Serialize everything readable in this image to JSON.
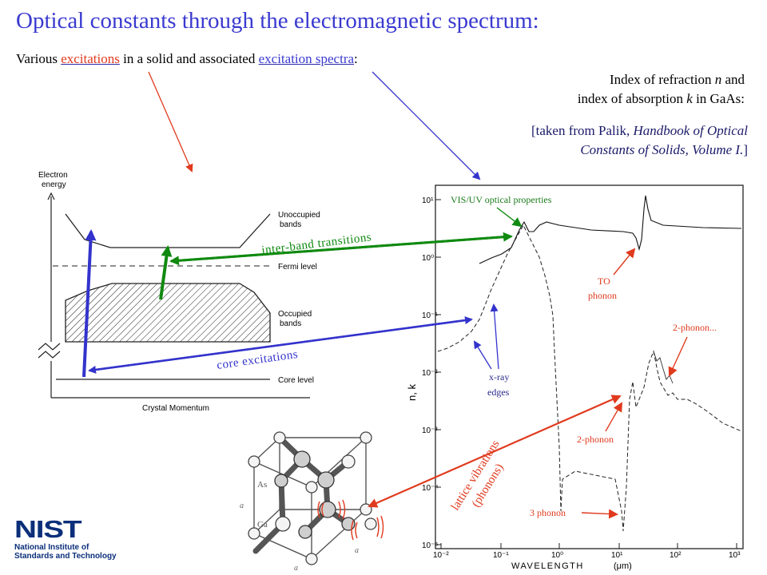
{
  "title": "Optical constants through the electromagnetic spectrum:",
  "subtitle": {
    "prefix": "Various ",
    "excitations": "excitations",
    "middle": " in a solid and associated ",
    "spectra": "excitation spectra",
    "suffix": ":"
  },
  "ref": {
    "line1_pre": "Index of refraction ",
    "line1_var": "n",
    "line1_post": " and",
    "line2_pre": "index of absorption ",
    "line2_var": "k",
    "line2_post": " in GaAs:"
  },
  "source": {
    "line1_pre": "[taken from Palik, ",
    "line1_italic": "Handbook of Optical",
    "line2_italic": "Constants of Solids, Volume I.",
    "line2_post": "]"
  },
  "band_diagram": {
    "y_axis_label_1": "Electron",
    "y_axis_label_2": "energy",
    "x_axis_label": "Crystal Momentum",
    "unoccupied_1": "Unoccupied",
    "unoccupied_2": "bands",
    "fermi_level": "Fermi level",
    "occupied_1": "Occupied",
    "occupied_2": "bands",
    "core_level": "Core level",
    "inter_band_label": "inter-band transitions",
    "core_label": "core excitations"
  },
  "spectrum": {
    "y_label": "n, k",
    "x_label": "WAVELENGTH",
    "x_unit": "(μm)",
    "y_ticks": [
      "10¹",
      "10⁰",
      "10⁻¹",
      "10⁻²",
      "10⁻³",
      "10⁻⁴",
      "10⁻⁵"
    ],
    "x_ticks": [
      "10⁻²",
      "10⁻¹",
      "10⁰",
      "10¹",
      "10²",
      "10³"
    ],
    "vis_uv_label": "VIS/UV optical properties",
    "to_phonon_1": "TO",
    "to_phonon_2": "phonon",
    "two_phonon_dots": "2-phonon...",
    "xray_1": "x-ray",
    "xray_2": "edges",
    "two_phonon": "2-phonon",
    "three_phonon": "3 phonon",
    "lattice_1": "lattice vibrations",
    "lattice_2": "(phonons)"
  },
  "crystal": {
    "as_label": "As",
    "ga_label": "Ga",
    "a_label": "a"
  },
  "logo": {
    "mark": "NIST",
    "name_1": "National Institute of",
    "name_2": "Standards and Technology"
  },
  "colors": {
    "title": "#3a3ad0",
    "excitations": "#e03a1e",
    "blue_arrow": "#3333cc",
    "green_arrow": "#108a10",
    "orange_annotation": "#e03a1e",
    "spectrum_label": "#1a7a1a"
  }
}
